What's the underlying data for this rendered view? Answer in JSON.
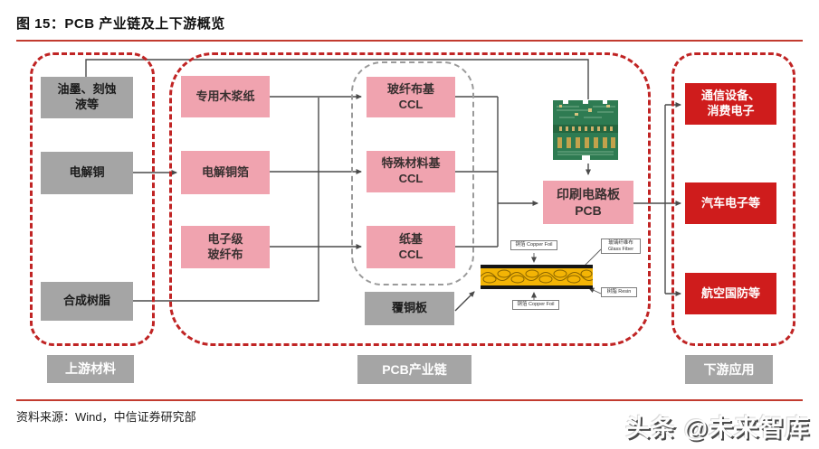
{
  "figure": {
    "title": "图 15：PCB 产业链及上下游概览",
    "source": "资料来源：Wind，中信证券研究部",
    "watermark": "头条 @未来智库"
  },
  "upstream": {
    "section_label": "上游材料",
    "items": [
      {
        "label": "油墨、刻蚀\n液等"
      },
      {
        "label": "电解铜"
      },
      {
        "label": "合成树脂"
      }
    ]
  },
  "midstream": {
    "section_label": "PCB产业链",
    "materials": [
      {
        "label": "专用木浆纸"
      },
      {
        "label": "电解铜箔"
      },
      {
        "label": "电子级\n玻纤布"
      }
    ],
    "ccl_types": [
      {
        "label": "玻纤布基\nCCL"
      },
      {
        "label": "特殊材料基\nCCL"
      },
      {
        "label": "纸基\nCCL"
      }
    ],
    "ccl_board": "覆铜板",
    "pcb": "印刷电路板\nPCB"
  },
  "ccl_diagram": {
    "label_top": "铜箔 Copper Foil",
    "label_bottom": "铜箔 Copper Foil",
    "label_glass": "玻璃纤维布\nGlass Fiber",
    "label_resin": "树脂 Resin"
  },
  "downstream": {
    "section_label": "下游应用",
    "items": [
      {
        "label": "通信设备、\n消费电子"
      },
      {
        "label": "汽车电子等"
      },
      {
        "label": "航空国防等"
      }
    ]
  },
  "colors": {
    "pink": "#f0a3af",
    "gray_box": "#a5a5a5",
    "red_box": "#cf1c1c",
    "dashed_red": "#c02424",
    "dashed_gray": "#9a9a9a",
    "line": "#4a4a4a",
    "rule_red": "#c23b2f"
  }
}
